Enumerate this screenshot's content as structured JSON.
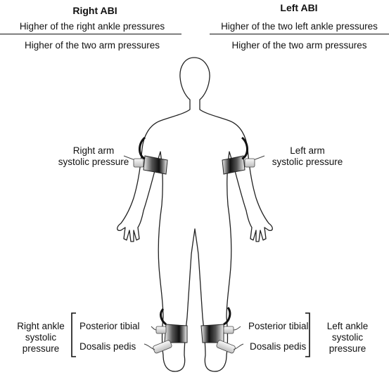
{
  "right_abi": {
    "title": "Right ABI",
    "numerator": "Higher of the right ankle pressures",
    "denominator": "Higher of the two arm pressures"
  },
  "left_abi": {
    "title": "Left ABI",
    "numerator": "Higher of the two left ankle pressures",
    "denominator": "Higher of the two arm pressures"
  },
  "labels": {
    "right_arm": [
      "Right arm",
      "systolic pressure"
    ],
    "left_arm": [
      "Left arm",
      "systolic pressure"
    ],
    "right_ankle": [
      "Right ankle",
      "systolic",
      "pressure"
    ],
    "left_ankle": [
      "Left ankle",
      "systolic",
      "pressure"
    ],
    "right_posterior_tibial": "Posterior tibial",
    "right_dorsalis_pedis": "Dosalis pedis",
    "left_posterior_tibial": "Posterior tibial",
    "left_dorsalis_pedis": "Dosalis pedis"
  }
}
